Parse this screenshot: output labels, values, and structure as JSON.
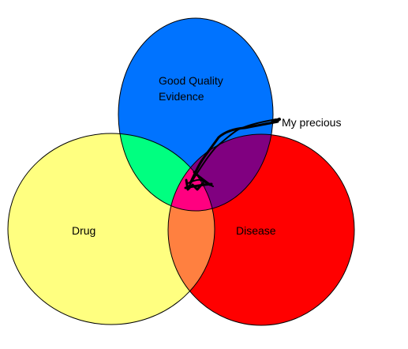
{
  "diagram": {
    "sets": [
      {
        "id": "evidence",
        "label_lines": [
          "Good Quality",
          "Evidence"
        ],
        "color": "#0073FF"
      },
      {
        "id": "drug",
        "label_lines": [
          "Drug"
        ],
        "color": "#FFFF80"
      },
      {
        "id": "disease",
        "label_lines": [
          "Disease"
        ],
        "color": "#FF0000"
      }
    ],
    "overlaps": {
      "evidence_drug": "#00FF80",
      "evidence_disease": "#800080",
      "drug_disease": "#FF8040",
      "all_three": "#FF0080"
    },
    "outline_color": "#000000",
    "annotation": {
      "text": "My precious",
      "arrow_color": "#000000"
    }
  }
}
